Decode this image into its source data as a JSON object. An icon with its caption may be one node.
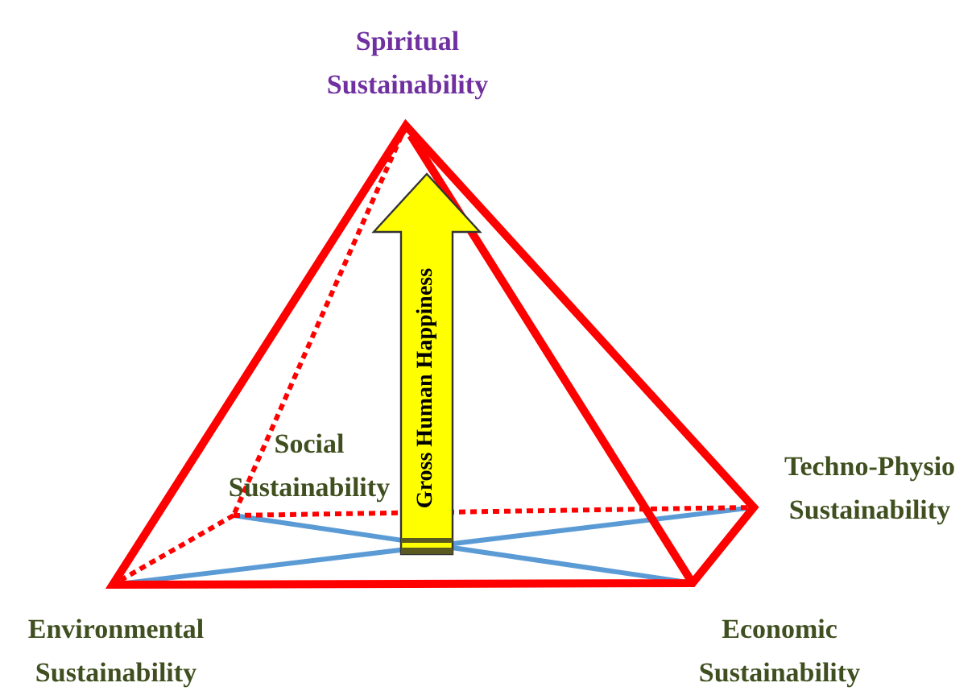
{
  "diagram": {
    "nodes": [
      {
        "text": [
          "Gross Human Happiness"
        ]
      }
    ],
    "labels": [
      "Spiritual Sustainability",
      "Social Sustainability",
      "Techno-Physio Sustainability",
      "Environmental Sustainability",
      "Economic Sustainability"
    ]
  }
}
